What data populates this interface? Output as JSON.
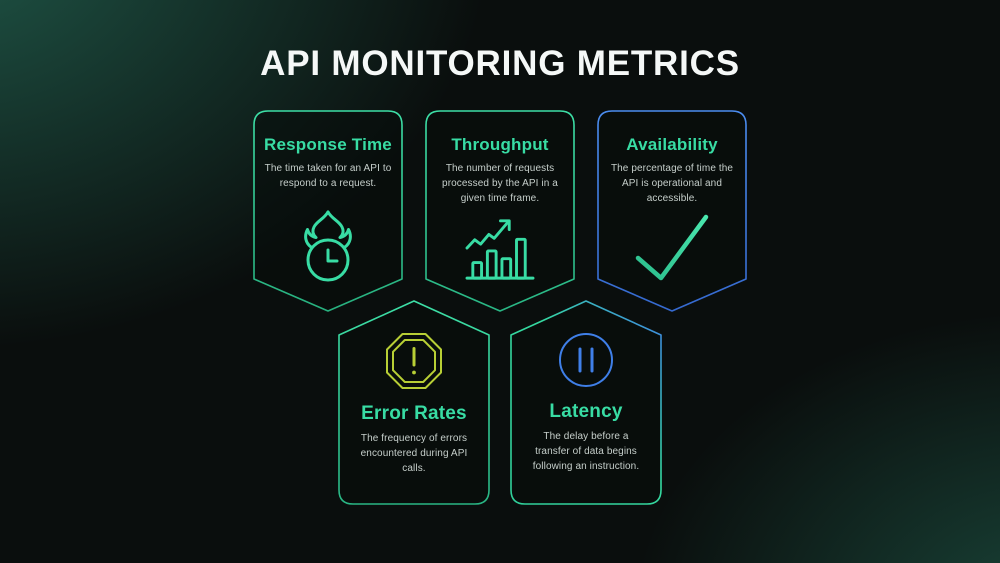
{
  "title": "API MONITORING METRICS",
  "colors": {
    "accent_green": "#38dca4",
    "border_green": "#2fc493",
    "border_blue": "#3e7fe1",
    "warning_yellow": "#b8cf35",
    "description_text": "#c6cfcb",
    "title_white": "#f5f8f7",
    "background_dark": "#0a0e0d",
    "background_teal_glow": "#215c4c"
  },
  "cards": [
    {
      "id": "response-time",
      "title": "Response Time",
      "description": "The time taken for an API to respond to a request.",
      "icon": "flame-clock-icon"
    },
    {
      "id": "throughput",
      "title": "Throughput",
      "description": "The number of requests processed by the API in a given time frame.",
      "icon": "bar-chart-trend-icon"
    },
    {
      "id": "availability",
      "title": "Availability",
      "description": "The percentage of time the API is operational and accessible.",
      "icon": "checkmark-icon"
    },
    {
      "id": "error-rates",
      "title": "Error Rates",
      "description": "The frequency of errors encountered during API calls.",
      "icon": "octagon-alert-icon"
    },
    {
      "id": "latency",
      "title": "Latency",
      "description": "The delay before a transfer of data begins following an instruction.",
      "icon": "pause-circle-icon"
    }
  ]
}
